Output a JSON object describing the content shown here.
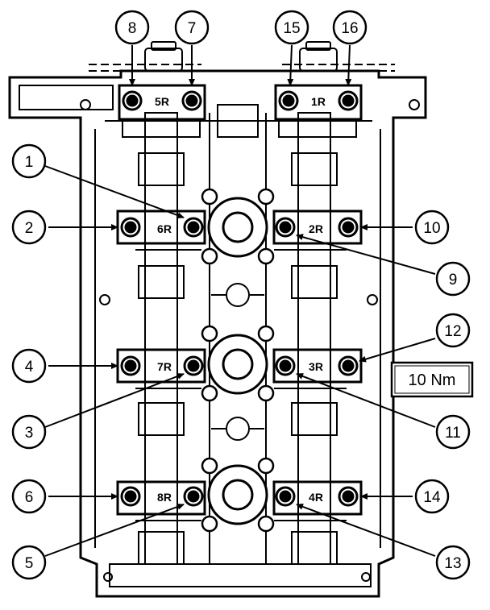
{
  "callouts": [
    {
      "id": 1,
      "label": "1"
    },
    {
      "id": 2,
      "label": "2"
    },
    {
      "id": 3,
      "label": "3"
    },
    {
      "id": 4,
      "label": "4"
    },
    {
      "id": 5,
      "label": "5"
    },
    {
      "id": 6,
      "label": "6"
    },
    {
      "id": 7,
      "label": "7"
    },
    {
      "id": 8,
      "label": "8"
    },
    {
      "id": 9,
      "label": "9"
    },
    {
      "id": 10,
      "label": "10"
    },
    {
      "id": 11,
      "label": "11"
    },
    {
      "id": 12,
      "label": "12"
    },
    {
      "id": 13,
      "label": "13"
    },
    {
      "id": 14,
      "label": "14"
    },
    {
      "id": 15,
      "label": "15"
    },
    {
      "id": 16,
      "label": "16"
    }
  ],
  "cap_labels": [
    "5R",
    "1R",
    "6R",
    "2R",
    "7R",
    "3R",
    "8R",
    "4R"
  ],
  "torque": "10 Nm"
}
